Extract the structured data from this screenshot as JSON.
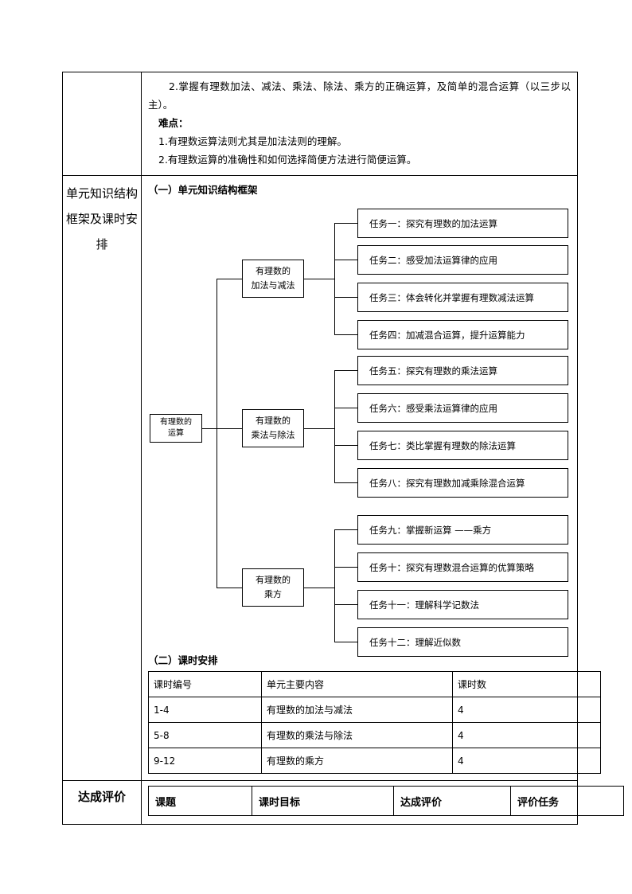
{
  "document": {
    "objectives": {
      "item2": "2.掌握有理数加法、减法、乘法、除法、乘方的正确运算，及简单的混合运算（以三步以主）。",
      "difficulty_heading": "难点：",
      "difficulty1": "1.有理数运算法则尤其是加法法则的理解。",
      "difficulty2": "2.有理数运算的准确性和如何选择简便方法进行简便运算。"
    },
    "rows": [
      {
        "label": "单元知识结构框架及课时安排",
        "section1_heading": "（一）单元知识结构框架",
        "section2_heading": "（二）课时安排"
      },
      {
        "label": "达成评价"
      }
    ]
  },
  "tree": {
    "root": "有理数的\n运算",
    "root_line1": "有理数的",
    "root_line2": "运算",
    "branches": [
      {
        "title_line1": "有理数的",
        "title_line2": "加法与减法",
        "tasks": [
          "任务一：探究有理数的加法运算",
          "任务二：感受加法运算律的应用",
          "任务三：体会转化并掌握有理数减法运算",
          "任务四：加减混合运算，提升运算能力"
        ]
      },
      {
        "title_line1": "有理数的",
        "title_line2": "乘法与除法",
        "tasks": [
          "任务五：探究有理数的乘法运算",
          "任务六：感受乘法运算律的应用",
          "任务七：类比掌握有理数的除法运算",
          "任务八：探究有理数加减乘除混合运算"
        ]
      },
      {
        "title_line1": "有理数的",
        "title_line2": "乘方",
        "tasks": [
          "任务九：掌握新运算 ——乘方",
          "任务十：探究有理数混合运算的优算策略",
          "任务十一：理解科学记数法",
          "任务十二：理解近似数"
        ]
      }
    ]
  },
  "schedule_table": {
    "headers": [
      "课时编号",
      "单元主要内容",
      "课时数"
    ],
    "rows": [
      [
        "1-4",
        "有理数的加法与减法",
        "4"
      ],
      [
        "5-8",
        "有理数的乘法与除法",
        "4"
      ],
      [
        "9-12",
        "有理数的乘方",
        "4"
      ]
    ]
  },
  "evaluation_table": {
    "headers": [
      "课题",
      "课时目标",
      "达成评价",
      "评价任务"
    ]
  }
}
